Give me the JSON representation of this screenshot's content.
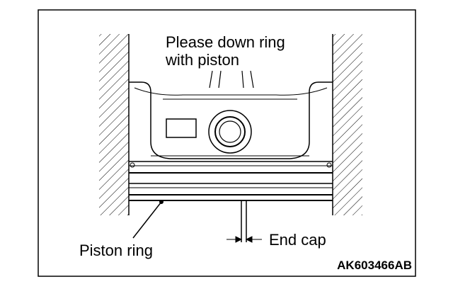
{
  "diagram": {
    "instruction_line1": "Please down ring",
    "instruction_line2": "with piston",
    "piston_ring_label": "Piston ring",
    "end_cap_label": "End cap",
    "figure_code": "AK603466AB"
  }
}
